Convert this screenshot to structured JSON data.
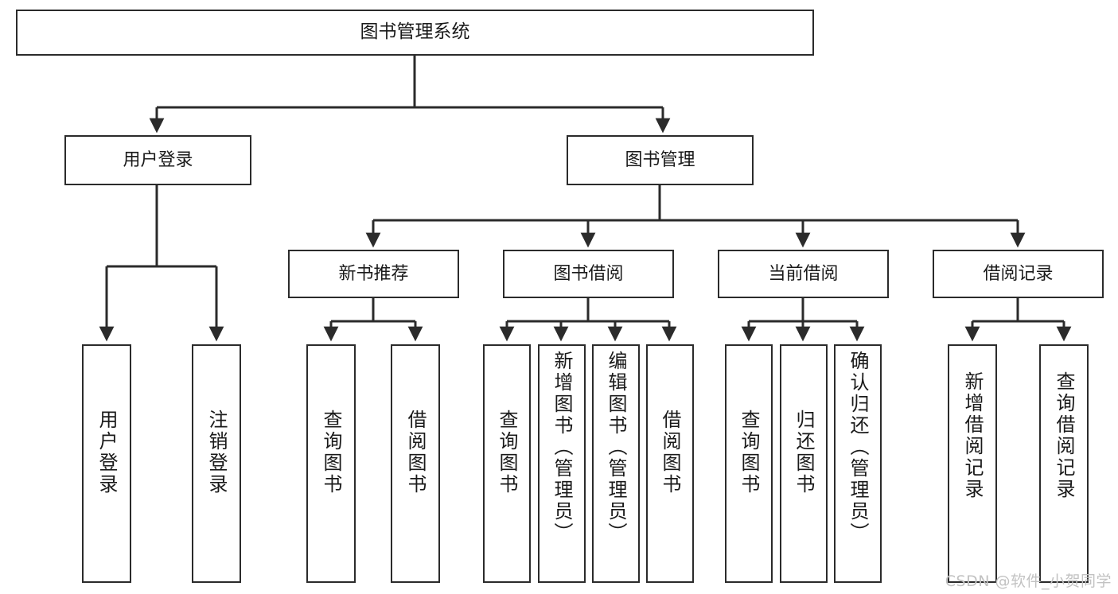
{
  "diagram": {
    "title": "图书管理系统",
    "watermark": "CSDN @软件_小贺同学",
    "colors": {
      "stroke": "#2b2b2b",
      "fill": "#ffffff",
      "text": "#1a1a1a",
      "watermark": "#c2c2c2"
    },
    "nodes": {
      "root": {
        "label": "图书管理系统"
      },
      "level2": [
        {
          "id": "user-login",
          "label": "用户登录"
        },
        {
          "id": "book-manage",
          "label": "图书管理"
        }
      ],
      "level3": [
        {
          "id": "new-book-recommend",
          "label": "新书推荐"
        },
        {
          "id": "book-borrow",
          "label": "图书借阅"
        },
        {
          "id": "current-borrow",
          "label": "当前借阅"
        },
        {
          "id": "borrow-record",
          "label": "借阅记录"
        }
      ],
      "leaves": [
        {
          "id": "leaf-user-login",
          "label": "用户登录",
          "parent": "user-login"
        },
        {
          "id": "leaf-logout-login",
          "label": "注销登录",
          "parent": "user-login"
        },
        {
          "id": "leaf-query-book-1",
          "label": "查询图书",
          "parent": "new-book-recommend"
        },
        {
          "id": "leaf-borrow-book-1",
          "label": "借阅图书",
          "parent": "new-book-recommend"
        },
        {
          "id": "leaf-query-book-2",
          "label": "查询图书",
          "parent": "book-borrow"
        },
        {
          "id": "leaf-add-book",
          "label": "新增图书（管理员）",
          "parent": "book-borrow"
        },
        {
          "id": "leaf-edit-book",
          "label": "编辑图书（管理员）",
          "parent": "book-borrow"
        },
        {
          "id": "leaf-borrow-book-2",
          "label": "借阅图书",
          "parent": "book-borrow"
        },
        {
          "id": "leaf-query-book-3",
          "label": "查询图书",
          "parent": "current-borrow"
        },
        {
          "id": "leaf-return-book",
          "label": "归还图书",
          "parent": "current-borrow"
        },
        {
          "id": "leaf-confirm-return",
          "label": "确认归还（管理员）",
          "parent": "current-borrow"
        },
        {
          "id": "leaf-add-record",
          "label": "新增借阅记录",
          "parent": "borrow-record"
        },
        {
          "id": "leaf-query-record",
          "label": "查询借阅记录",
          "parent": "borrow-record"
        }
      ]
    }
  }
}
